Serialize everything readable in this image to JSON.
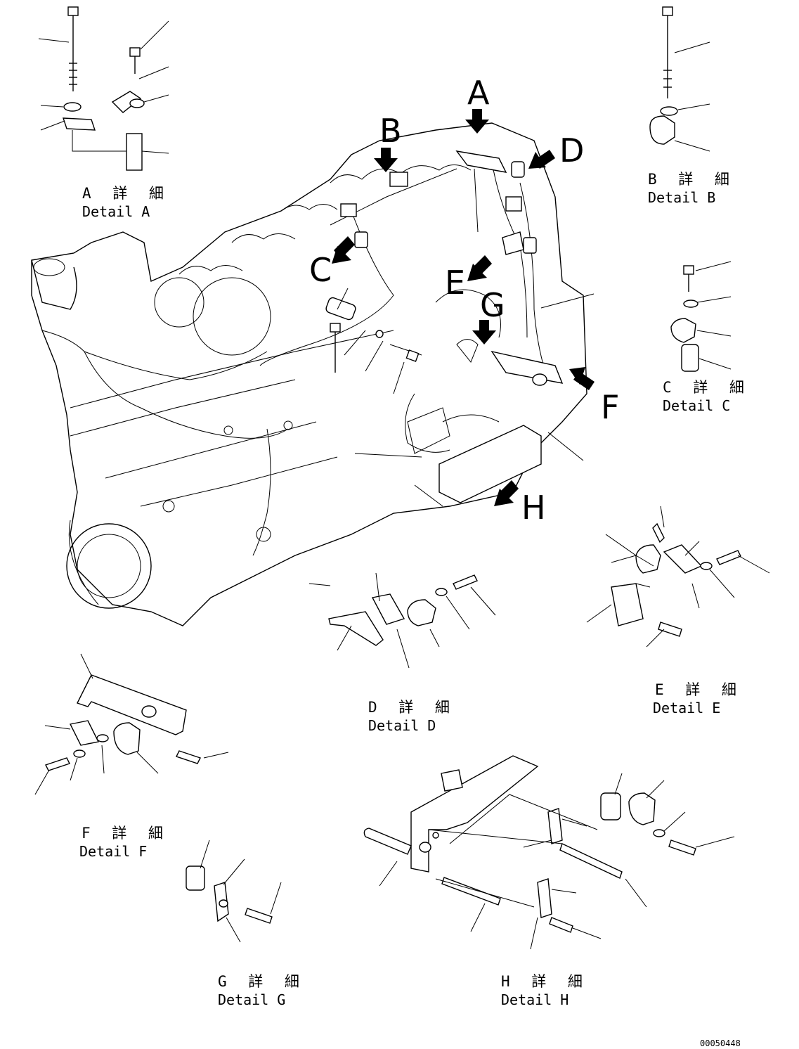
{
  "callouts": [
    "A",
    "B",
    "C",
    "D",
    "E",
    "F",
    "G",
    "H"
  ],
  "details": {
    "A": {
      "jp": "A 詳 細",
      "en": "Detail A"
    },
    "B": {
      "jp": "B 詳 細",
      "en": "Detail B"
    },
    "C": {
      "jp": "C 詳 細",
      "en": "Detail C"
    },
    "D": {
      "jp": "D 詳 細",
      "en": "Detail D"
    },
    "E": {
      "jp": "E 詳 細",
      "en": "Detail E"
    },
    "F": {
      "jp": "F 詳 細",
      "en": "Detail F"
    },
    "G": {
      "jp": "G 詳 細",
      "en": "Detail G"
    },
    "H": {
      "jp": "H 詳 細",
      "en": "Detail H"
    }
  },
  "document_number": "00050448",
  "colors": {
    "line": "#000000",
    "background": "#ffffff"
  }
}
